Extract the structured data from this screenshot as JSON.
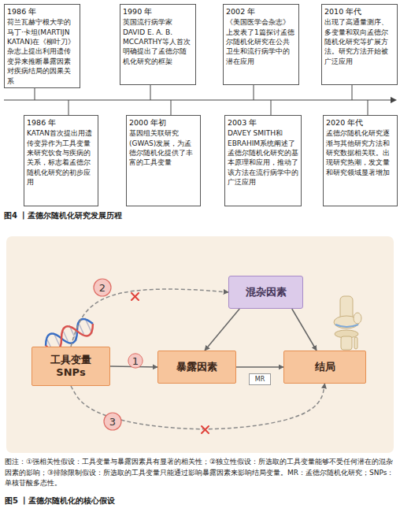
{
  "diagram": {
    "nodes": [
      {
        "text": [
          "1986 年",
          "荷兰瓦赫宁根大学的马丁·卡坦(MARTIJN KATAN)在《柳叶刀》杂志上提出利用遗传变异来推断暴露因素对疾病结局的因果关系"
        ]
      },
      {
        "text": [
          "1990 年",
          "英国流行病学家DAVID E. A. B. MCCARTHY等人首次明确提出了孟德尔随机化研究的框架"
        ]
      },
      {
        "text": [
          "2002 年",
          "《美国医学会杂志》上发表了1篇探讨孟德尔随机化研究在公共卫生和流行病学中的潜在应用"
        ]
      },
      {
        "text": [
          "2010 年代",
          "出现了高通量测序、多变量和双向孟德尔随机化研究等扩展方法。研究方法开始被广泛应用"
        ]
      },
      {
        "text": [
          "1986 年",
          "KATAN首次提出用遗传变异作为工具变量来研究饮食与疾病的关系，标志着孟德尔随机化研究的初步应用"
        ]
      },
      {
        "text": [
          "2000 年初",
          "基因组关联研究(GWAS)发展，为孟德尔随机化提供了丰富的工具变量"
        ]
      },
      {
        "text": [
          "2003 年",
          "DAVEY SMITH和EBRAHIM系统阐述了孟德尔随机化研究的基本原理和应用，推动了该方法在流行病学中的广泛应用"
        ]
      },
      {
        "text": [
          "2020 年代",
          "孟德尔随机化研究逐渐与其他研究方法和研究数据相关联。出现研究热潮，发文量和研究领域显著增加"
        ]
      },
      {
        "text": [
          "2"
        ]
      },
      {
        "text": [
          "混杂因素"
        ]
      },
      {
        "text": [
          "工具变量 SNPs"
        ]
      },
      {
        "text": [
          "1"
        ]
      },
      {
        "text": [
          "暴露因素"
        ]
      },
      {
        "text": [
          "MR"
        ]
      },
      {
        "text": [
          "结局"
        ]
      },
      {
        "text": [
          "3"
        ]
      }
    ],
    "edges": [
      {
        "from": 10,
        "to": 9,
        "arrow": "to"
      },
      {
        "from": 9,
        "to": 12,
        "arrow": "to"
      },
      {
        "from": 9,
        "to": 14,
        "arrow": "to"
      },
      {
        "from": 10,
        "to": 12,
        "arrow": "to"
      },
      {
        "from": 12,
        "to": 14,
        "arrow": "to"
      },
      {
        "from": 10,
        "to": 14,
        "arrow": "to"
      }
    ],
    "labels": [
      "图4 丨孟德尔随机化研究发展历程",
      "图注：①强相关性假设：工具变量与暴露因素具有显著的相关性；②独立性假设：所选取的工具变量能够不受任何潜在的混杂因素的影响；③排除限制假设：所选取的工具变量只能通过影响暴露因素来影响结局变量。MR：孟德尔随机化研究；SNPs：单核苷酸多态性。",
      "图5 丨孟德尔随机化的核心假设"
    ]
  }
}
